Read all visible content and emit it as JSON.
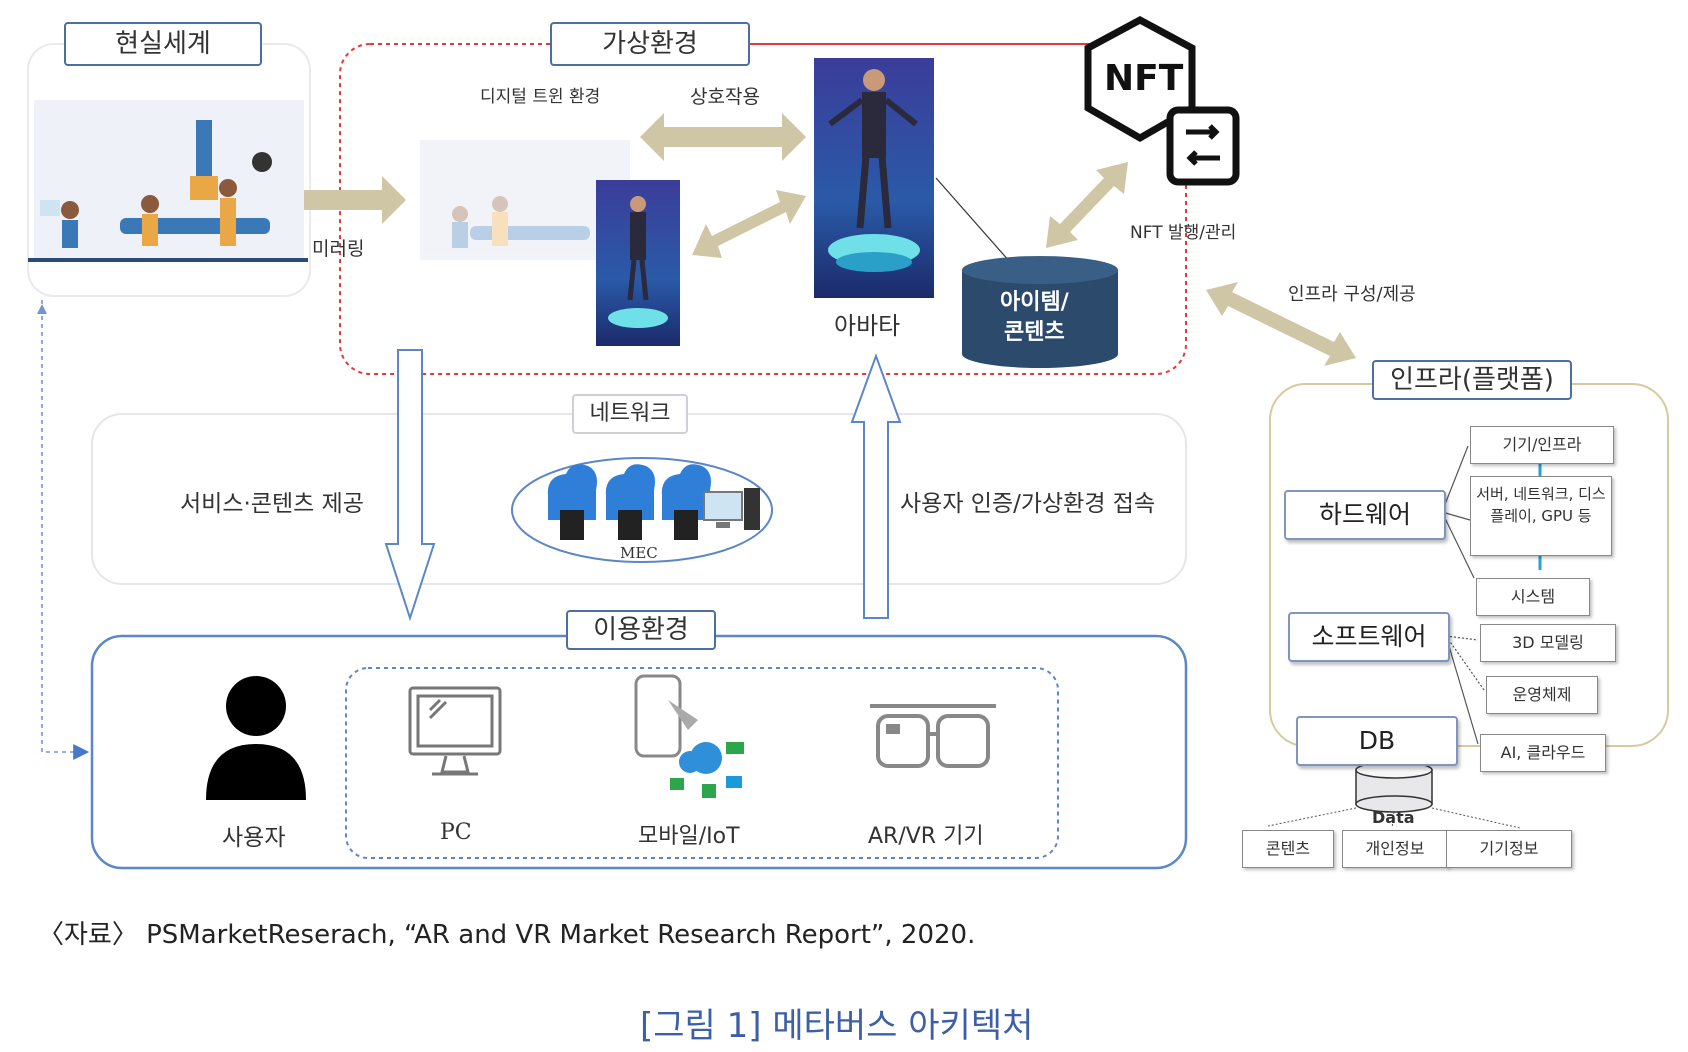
{
  "real_world": {
    "title": "현실세계"
  },
  "virtual": {
    "title": "가상환경",
    "digital_twin": "디지털 트윈 환경",
    "interaction": "상호작용",
    "mirroring": "미러링",
    "avatar": "아바타",
    "item_line1": "아이템/",
    "item_line2": "콘텐츠",
    "nft_text": "NFT",
    "nft_label": "NFT 발행/관리"
  },
  "network": {
    "title": "네트워크",
    "mec": "MEC",
    "service": "서비스·콘텐츠 제공",
    "auth": "사용자 인증/가상환경 접속"
  },
  "usage": {
    "title": "이용환경",
    "user": "사용자",
    "pc": "PC",
    "mobile": "모바일/IoT",
    "arvr": "AR/VR 기기"
  },
  "infra": {
    "label": "인프라 구성/제공",
    "title": "인프라(플랫폼)",
    "hardware": "하드웨어",
    "software": "소프트웨어",
    "db": "DB",
    "data": "Data",
    "hw_items": [
      "기기/인프라",
      "서버, 네트워크, 디스플레이, GPU 등",
      "시스템"
    ],
    "sw_items": [
      "3D 모델링",
      "운영체제",
      "AI, 클라우드"
    ],
    "data_items": [
      "콘텐츠",
      "개인정보",
      "기기정보"
    ]
  },
  "source": "〈자료〉 PSMarketReserach, “AR and VR Market Research Report”, 2020.",
  "figure_title": "[그림 1] 메타버스 아키텍처",
  "colors": {
    "accent_blue": "#3c5fa8",
    "virtual_border": "#e03a3a",
    "arrow_tan": "#cfc6a6",
    "db_navy": "#2b4a6c",
    "infra_border": "#d9c9a0"
  }
}
